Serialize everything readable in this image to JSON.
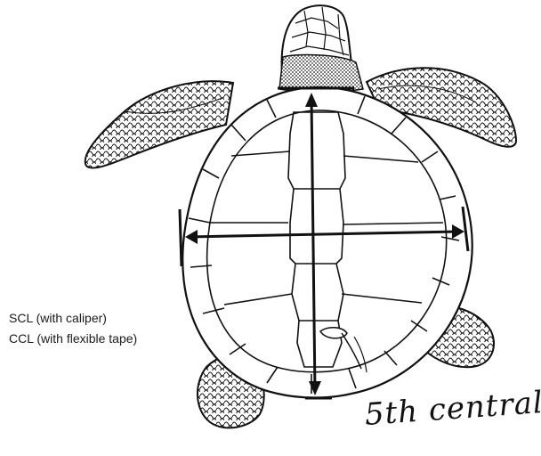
{
  "labels": {
    "scl": "SCL (with caliper)",
    "ccl": "CCL (with flexible tape)",
    "handwritten": "5th central"
  },
  "colors": {
    "ink": "#111111",
    "paper": "#ffffff",
    "stipple": "#2a2a2a"
  }
}
